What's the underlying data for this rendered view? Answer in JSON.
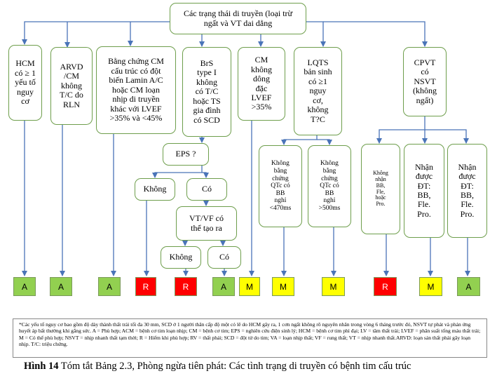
{
  "colors": {
    "box_border": "#6e9e4c",
    "arrow": "#4a74b8",
    "A": "#92d050",
    "M": "#ffff00",
    "R": "#ff0000"
  },
  "nodes": {
    "root": "Các trạng thái di truyền (loại trừ\nngất và VT dai dẳng",
    "hcm": "HCM\ncó ≥ 1\nyếu tố\nnguy\ncơ",
    "arvd": "ARVD\n/CM\nkhông\nT/C do\nRLN",
    "lamin": "Bằng chứng CM\ncấu trúc có đột\nbiến Lamin A/C\nhoặc CM loạn\nnhịp di truyền\nkhác với LVEF\n>35% và <45%",
    "brs": "BrS\ntype I\nkhông\ncó T/C\nhoặc TS\ngia đình\ncó SCD",
    "cm_non_dilated": "CM\nkhông\ndông\nđặc\nLVEF\n>35%",
    "lqts": "LQTS\nbản sinh\ncó ≥1\nnguy\ncơ,\nkhông\nT?C",
    "cpvt": "CPVT\ncó\nNSVT\n(không\nngất)",
    "eps": "EPS ?",
    "eps_no": "Không",
    "eps_yes": "Có",
    "vtvf": "VT/VF có\nthể tạo ra",
    "vtvf_no": "Không",
    "vtvf_yes": "Có",
    "lqts_470": "Không\nbằng\nchứng\nQTc có\nBB\nnghỉ\n<470ms",
    "lqts_500": "Không\nbằng\nchứng\nQTc có\nBB\nnghỉ\n>500ms",
    "cpvt_none": "Không\nnhận\nBB,\nFle,\nhoặc\nPro.",
    "cpvt_rx1": "Nhận\nđược\nĐT:\nBB,\nFle.\nPro.",
    "cpvt_rx2": "Nhận\nđược\nĐT:\nBB,\nFle.\nPro."
  },
  "outcomes": [
    "A",
    "A",
    "A",
    "R",
    "R",
    "A",
    "M",
    "M",
    "M",
    "R",
    "M",
    "A"
  ],
  "footnote": "*Các yếu tố nguy cơ bao gồm độ dày thành thất trái tối đa 30 mm, SCD ở 1 người thân cấp độ một có lẽ do HCM gây ra, 1 cơn ngất không rõ nguyên nhân trong vòng 6 tháng trước đó, NSVT tự phát và phản ứng huyết áp bất thường khi gắng sức. A = Phù hợp; ACM = bệnh cơ tim loạn nhịp; CM = bệnh cơ tim; EPS = nghiên cứu điện sinh lý; HCM = bệnh cơ tim phì đại; LV = tâm thất trái; LVEF = phân suất tống máu thất trái; M = Có thể phù hợp; NSVT = nhịp nhanh thất tạm thời; R = Hiếm khi phù hợp; RV = thất phải; SCD = đột tử do tim; VA = loạn nhịp thất; VF = rung thất; VT = nhịp nhanh thất.ARVD: loạn sản thất phải gây loạn nhịp. T/C: triệu chứng.",
  "caption": {
    "label": "Hình 14",
    "text": " Tóm tắt Bảng 2.3, Phòng ngừa tiên phát: Các tình trạng di truyền có bệnh tim cấu trúc"
  }
}
